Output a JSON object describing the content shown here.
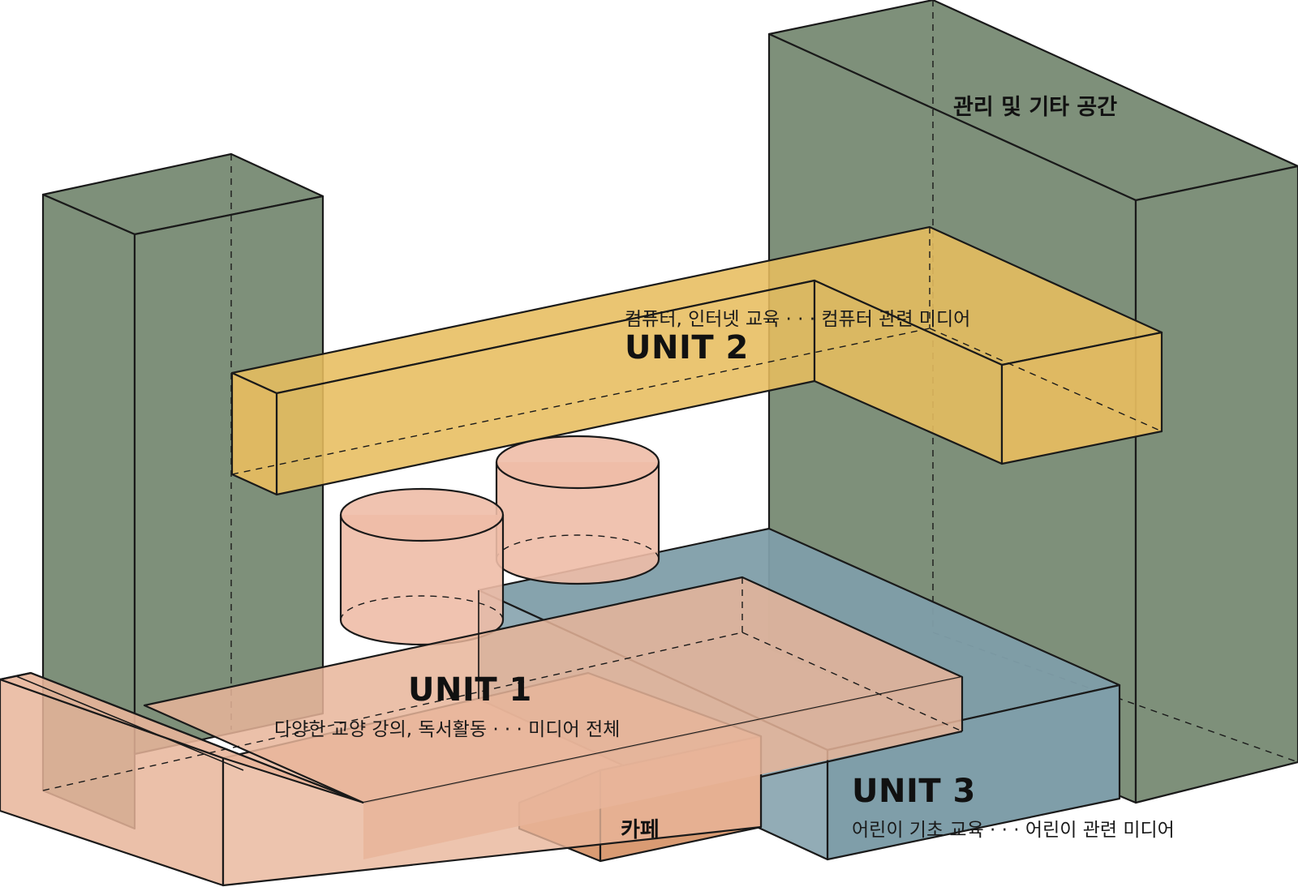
{
  "colors": {
    "green_tower": "#7e907a",
    "unit2": "#e7bd5f",
    "unit1": "#e8b59a",
    "unit3": "#7f9ea9",
    "cafe": "#d99b73",
    "stroke": "#1a1a1a"
  },
  "labels": {
    "admin": "관리 및 기타 공간",
    "unit2_desc": "컴퓨터, 인터넷 교육 · · · 컴퓨터 관련 미디어",
    "unit2_title": "UNIT 2",
    "unit1_title": "UNIT 1",
    "unit1_desc": "다양한 교양 강의, 독서활동 · · · 미디어 전체",
    "cafe": "카페",
    "unit3_title": "UNIT 3",
    "unit3_desc": "어린이 기초 교육 · · · 어린이 관련 미디어"
  }
}
